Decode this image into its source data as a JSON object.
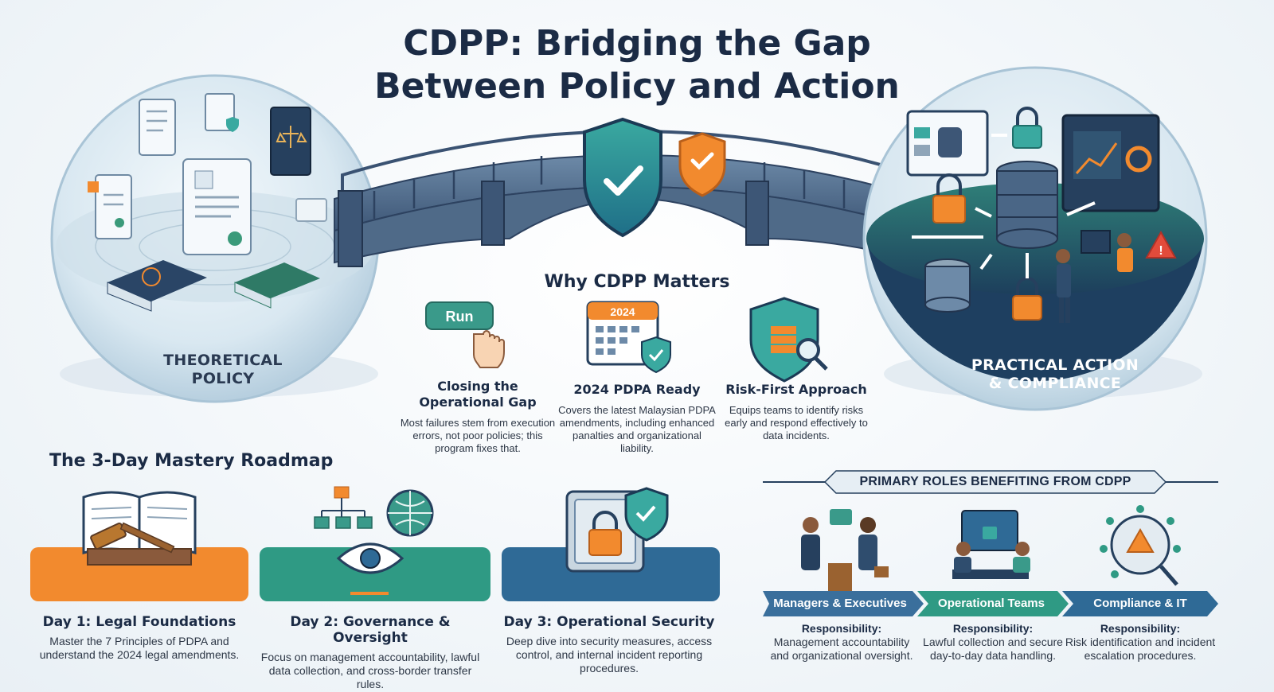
{
  "title": {
    "line1": "CDPP: Bridging the Gap",
    "line2": "Between Policy and Action"
  },
  "left_globe": {
    "label_line1": "THEORETICAL",
    "label_line2": "POLICY"
  },
  "right_globe": {
    "label_line1": "PRACTICAL ACTION",
    "label_line2": "& COMPLIANCE"
  },
  "why": {
    "title": "Why CDPP Matters",
    "run_button": "Run",
    "calendar_year": "2024",
    "cards": [
      {
        "title": "Closing the Operational Gap",
        "text": "Most failures stem from execution errors, not poor policies; this program fixes that.",
        "icon": "pointing-hand-icon"
      },
      {
        "title": "2024 PDPA Ready",
        "text": "Covers the latest Malaysian PDPA amendments, including enhanced panalties and organizational liability.",
        "icon": "calendar-shield-icon"
      },
      {
        "title": "Risk-First Approach",
        "text": "Equips teams to identify risks early and respond effectively to data incidents.",
        "icon": "shield-magnifier-icon"
      }
    ]
  },
  "roadmap": {
    "title": "The 3-Day Mastery Roadmap",
    "days": [
      {
        "title": "Day 1: Legal Foundations",
        "text": "Master the 7 Principles of PDPA and understand the 2024 legal amendments.",
        "color": "#f28a2e",
        "icon": "book-gavel-icon"
      },
      {
        "title": "Day 2: Governance & Oversight",
        "text": "Focus on management accountability, lawful data collection, and cross-border transfer rules.",
        "color": "#2a9a8a",
        "icon": "eye-network-icon"
      },
      {
        "title": "Day 3: Operational Security",
        "text": "Deep dive into security measures, access control, and internal incident reporting procedures.",
        "color": "#2f6a96",
        "icon": "safe-lock-icon"
      }
    ]
  },
  "roles": {
    "title": "PRIMARY ROLES BENEFITING FROM CDPP",
    "responsibility_label": "Responsibility:",
    "items": [
      {
        "name": "Managers & Executives",
        "text": "Management accountability and organizational oversight.",
        "icon": "handshake-icon"
      },
      {
        "name": "Operational Teams",
        "text": "Lawful collection and secure day-to-day data handling.",
        "icon": "team-computer-icon"
      },
      {
        "name": "Compliance & IT",
        "text": "Risk identification and incident escalation procedures.",
        "icon": "risk-network-icon"
      }
    ]
  },
  "colors": {
    "navy": "#1b2b45",
    "orange": "#f28a2e",
    "teal": "#2a9a8a",
    "blue": "#2f6a96",
    "role_blue": "#3a6f9c"
  }
}
